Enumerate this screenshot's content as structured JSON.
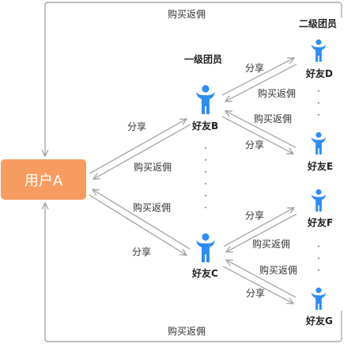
{
  "colors": {
    "accent": "#F79C61",
    "person": "#2F8CF0",
    "line": "#9B9B9B"
  },
  "user": {
    "label": "用户A"
  },
  "levels": {
    "first": "一级团员",
    "second": "二级团员"
  },
  "friends": {
    "b": "好友B",
    "c": "好友C",
    "d": "好友D",
    "e": "好友E",
    "f": "好友F",
    "g": "好友G"
  },
  "edges": {
    "top_return": "购买返佣",
    "bottom_return": "购买返佣",
    "a_to_b_share": "分享",
    "b_to_a_return": "购买返佣",
    "c_to_a_return": "购买返佣",
    "a_to_c_share": "分享",
    "b_to_d_share": "分享",
    "d_to_b_return": "购买返佣",
    "e_to_b_return": "购买返佣",
    "b_to_e_share": "分享",
    "c_to_f_share": "分享",
    "f_to_c_return": "购买返佣",
    "g_to_c_return": "购买返佣",
    "c_to_g_share": "分享"
  },
  "icons": {
    "person": "person-icon"
  }
}
